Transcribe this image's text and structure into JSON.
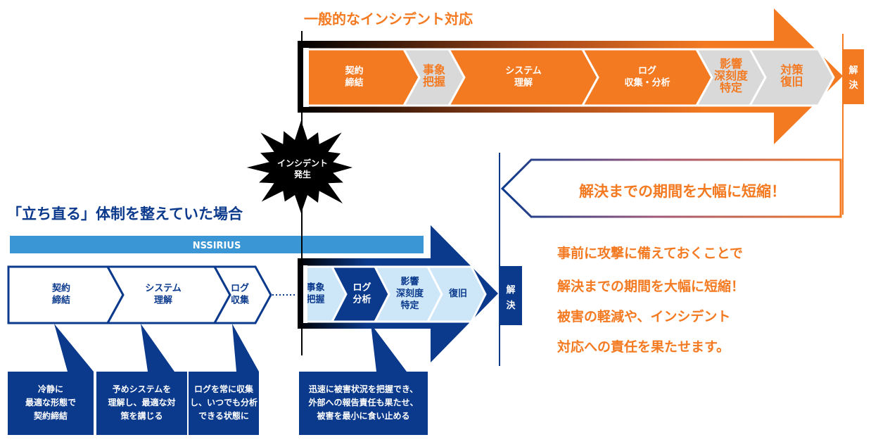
{
  "colors": {
    "orange": "#f47a22",
    "gray_step": "#d9d9d9",
    "navy": "#0b3a8c",
    "light_blue_step": "#cde6f8",
    "nssirius_bar": "#3a96d4",
    "black": "#000000"
  },
  "general": {
    "title": "一般的なインシデント対応",
    "steps": [
      {
        "lines": [
          "契約",
          "締結"
        ],
        "style": "orange"
      },
      {
        "lines": [
          "事象",
          "把握"
        ],
        "style": "gray"
      },
      {
        "lines": [
          "システム",
          "理解"
        ],
        "style": "orange"
      },
      {
        "lines": [
          "ログ",
          "収集・分析"
        ],
        "style": "orange"
      },
      {
        "lines": [
          "影響",
          "深刻度",
          "特定"
        ],
        "style": "gray"
      },
      {
        "lines": [
          "対策",
          "復旧"
        ],
        "style": "gray"
      }
    ],
    "resolve": [
      "解",
      "決"
    ]
  },
  "incident": {
    "lines": [
      "インシデント",
      "発生"
    ]
  },
  "prepared": {
    "title": "「立ち直る」体制を整えていた場合",
    "service_bar": "NSSIRIUS",
    "pre_steps": [
      {
        "lines": [
          "契約",
          "締結"
        ]
      },
      {
        "lines": [
          "システム",
          "理解"
        ]
      },
      {
        "lines": [
          "ログ",
          "収集"
        ]
      }
    ],
    "post_steps": [
      {
        "lines": [
          "事象",
          "把握"
        ],
        "style": "light"
      },
      {
        "lines": [
          "ログ",
          "分析"
        ],
        "style": "dark"
      },
      {
        "lines": [
          "影響",
          "深刻度",
          "特定"
        ],
        "style": "light"
      },
      {
        "lines": [
          "復旧"
        ],
        "style": "light"
      }
    ],
    "resolve": [
      "解",
      "決"
    ],
    "callouts": [
      {
        "lines": [
          "冷静に",
          "最適な形態で",
          "契約締結"
        ]
      },
      {
        "lines": [
          "予めシステムを",
          "理解し、最適な対",
          "策を講じる"
        ]
      },
      {
        "lines": [
          "ログを常に収集",
          "し、いつでも分析",
          "できる状態に"
        ]
      },
      {
        "lines": [
          "迅速に被害状況を把握でき、",
          "外部への報告責任も果たせ、",
          "被害を最小に食い止める"
        ]
      }
    ]
  },
  "shorten_banner": "解決までの期間を大幅に短縮！",
  "summary": [
    "事前に攻撃に備えておくことで",
    "解決までの期間を大幅に短縮！",
    "被害の軽減や、インシデント",
    "対応への責任を果たせます。"
  ]
}
